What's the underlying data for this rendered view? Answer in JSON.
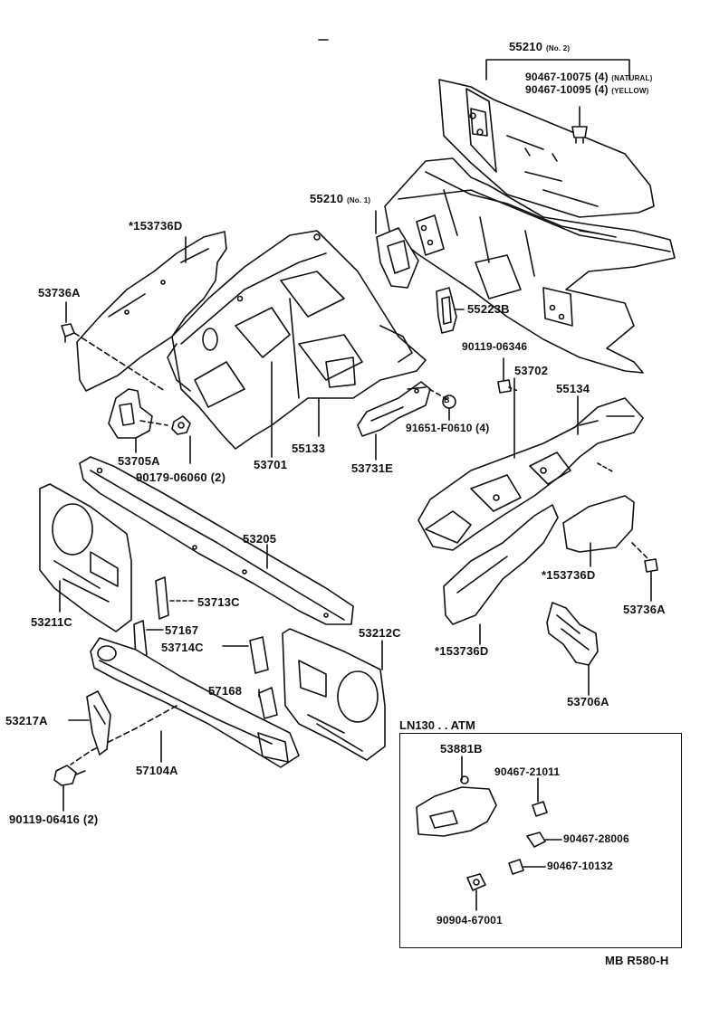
{
  "diagram": {
    "inset_title": "LN130 . . ATM",
    "footer_code": "MB R580-H",
    "labels": {
      "p55210_no2": "55210",
      "p55210_no2_suffix": "(No. 2)",
      "p90467_10075": "90467-10075 (4)",
      "p90467_10075_suffix": "(NATURAL)",
      "p90467_10095": "90467-10095 (4)",
      "p90467_10095_suffix": "(YELLOW)",
      "p55210_no1": "55210",
      "p55210_no1_suffix": "(No. 1)",
      "p53736d_top": "*153736D",
      "p53736a_left": "53736A",
      "p55223b": "55223B",
      "p90119_06346": "90119-06346",
      "p53702": "53702",
      "p55134": "55134",
      "p91651": "91651-F0610 (4)",
      "p53705a": "53705A",
      "p90179": "90179-06060 (2)",
      "p53701": "53701",
      "p55133": "55133",
      "p53731e": "53731E",
      "p53205": "53205",
      "p53211c": "53211C",
      "p53713c": "53713C",
      "p57167": "57167",
      "p53714c": "53714C",
      "p53212c": "53212C",
      "p57168": "57168",
      "p53217a": "53217A",
      "p57104a": "57104A",
      "p90119_06416": "90119-06416 (2)",
      "p53736d_right": "*153736D",
      "p53736a_right": "53736A",
      "p53736d_bottom": "*153736D",
      "p53706a": "53706A",
      "p53881b": "53881B",
      "p90467_21011": "90467-21011",
      "p90467_28006": "90467-28006",
      "p90467_10132": "90467-10132",
      "p90904_67001": "90904-67001",
      "circle_b": "B"
    }
  }
}
